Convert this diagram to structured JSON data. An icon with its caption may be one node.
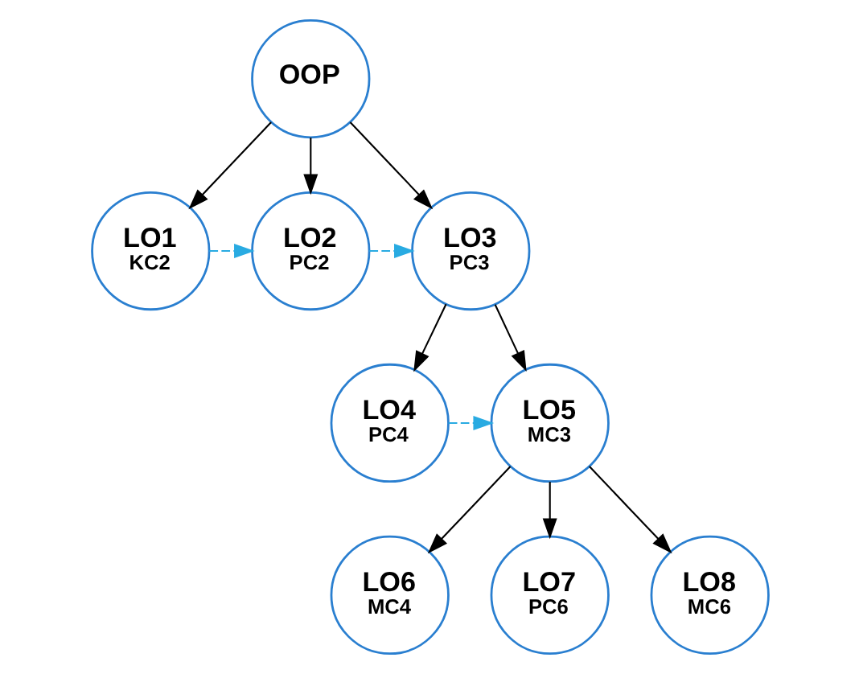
{
  "diagram": {
    "nodes": [
      {
        "text": [
          "OOP"
        ]
      },
      {
        "text": [
          "LO1",
          "KC2"
        ]
      },
      {
        "text": [
          "LO2",
          "PC2"
        ]
      },
      {
        "text": [
          "LO3",
          "PC3"
        ]
      },
      {
        "text": [
          "LO4",
          "PC4"
        ]
      },
      {
        "text": [
          "LO5",
          "MC3"
        ]
      },
      {
        "text": [
          "LO6",
          "MC4"
        ]
      },
      {
        "text": [
          "LO7",
          "PC6"
        ]
      },
      {
        "text": [
          "LO8",
          "MC6"
        ]
      }
    ],
    "edges": [
      {
        "from": 0,
        "to": 1,
        "arrow": "to"
      },
      {
        "from": 0,
        "to": 2,
        "arrow": "to"
      },
      {
        "from": 0,
        "to": 3,
        "arrow": "to"
      },
      {
        "from": 3,
        "to": 4,
        "arrow": "to"
      },
      {
        "from": 3,
        "to": 5,
        "arrow": "to"
      },
      {
        "from": 5,
        "to": 6,
        "arrow": "to"
      },
      {
        "from": 5,
        "to": 7,
        "arrow": "to"
      },
      {
        "from": 5,
        "to": 8,
        "arrow": "to"
      },
      {
        "from": 1,
        "to": 2,
        "arrow": "to",
        "style": "dashed",
        "color": "#29abe2"
      },
      {
        "from": 2,
        "to": 3,
        "arrow": "to",
        "style": "dashed",
        "color": "#29abe2"
      },
      {
        "from": 4,
        "to": 5,
        "arrow": "to",
        "style": "dashed",
        "color": "#29abe2"
      }
    ]
  }
}
